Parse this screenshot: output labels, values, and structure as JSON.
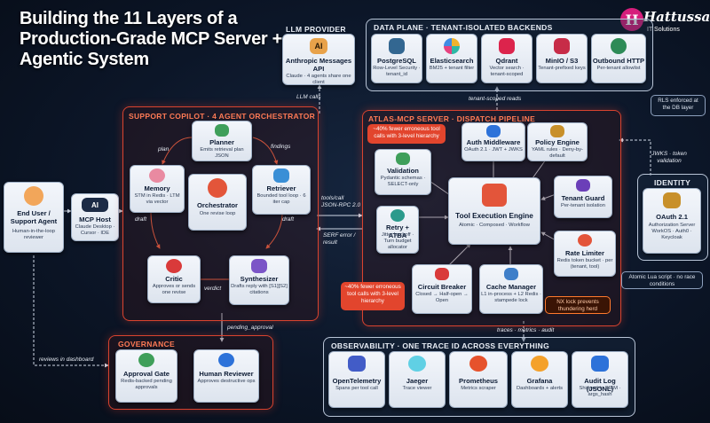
{
  "title": "Building the 11 Layers of a Production-Grade MCP Server + Agentic System",
  "brand": {
    "name": "Hattussa",
    "tagline": "IT Solutions"
  },
  "groups": {
    "llm_provider": "LLM PROVIDER",
    "data_plane": "DATA PLANE · TENANT-ISOLATED BACKENDS",
    "support": "SUPPORT COPILOT · 4 AGENT ORCHESTRATOR",
    "atlas": "ATLAS-MCP SERVER · DISPATCH PIPELINE",
    "identity": "IDENTITY",
    "governance": "GOVERNANCE",
    "observability": "OBSERVABILITY · ONE TRACE ID ACROSS EVERYTHING"
  },
  "cards": {
    "anthropic": {
      "icon": "AI",
      "title": "Anthropic Messages API",
      "sub": "Claude · 4 agents share one client"
    },
    "postgres": {
      "title": "PostgreSQL",
      "sub": "Row-Level Security · tenant_id"
    },
    "elastic": {
      "title": "Elasticsearch",
      "sub": "BM25 + tenant filter"
    },
    "qdrant": {
      "title": "Qdrant",
      "sub": "Vector search · tenant-scoped"
    },
    "minio": {
      "title": "MinIO / S3",
      "sub": "Tenant-prefixed keys"
    },
    "outbound": {
      "title": "Outbound HTTP",
      "sub": "Per-tenant allowlist"
    },
    "end_user": {
      "title": "End User / Support Agent",
      "sub": "Human-in-the-loop reviewer"
    },
    "mcp_host": {
      "icon": "AI",
      "title": "MCP Host",
      "sub": "Claude Desktop · Cursor · IDE"
    },
    "planner": {
      "title": "Planner",
      "sub": "Emits retrieval plan JSON"
    },
    "memory": {
      "title": "Memory",
      "sub": "STM in Redis · LTM via vector"
    },
    "orchestrator": {
      "title": "Orchestrator",
      "sub": "One revise loop"
    },
    "retriever": {
      "title": "Retriever",
      "sub": "Bounded tool loop · 6 iter cap"
    },
    "critic": {
      "title": "Critic",
      "sub": "Approves or sends one revise"
    },
    "synthesizer": {
      "title": "Synthesizer",
      "sub": "Drafts reply with [S1][S2] citations"
    },
    "auth": {
      "title": "Auth Middleware",
      "sub": "OAuth 2.1 · JWT + JWKS"
    },
    "policy": {
      "title": "Policy Engine",
      "sub": "YAML rules · Deny-by-default"
    },
    "validation": {
      "title": "Validation",
      "sub": "Pydantic schemas · SELECT-only"
    },
    "tool_engine": {
      "title": "Tool Execution Engine",
      "sub": "Atomic · Composed · Workflow"
    },
    "tenant_guard": {
      "title": "Tenant Guard",
      "sub": "Per-tenant isolation"
    },
    "retry": {
      "title": "Retry + ATBA",
      "sub": "Jitter backoff · Turn budget allocator"
    },
    "rate_limiter": {
      "title": "Rate Limiter",
      "sub": "Redis token bucket · per (tenant, tool)"
    },
    "circuit": {
      "title": "Circuit Breaker",
      "sub": "Closed → Half-open → Open"
    },
    "cache": {
      "title": "Cache Manager",
      "sub": "L1 in-process + L2 Redis · stampede lock"
    },
    "oauth": {
      "title": "OAuth 2.1",
      "sub": "Authorization Server WorkOS · Auth0 · Keycloak"
    },
    "approval": {
      "title": "Approval Gate",
      "sub": "Redis-backed pending approvals"
    },
    "human": {
      "title": "Human Reviewer",
      "sub": "Approves destructive ops"
    },
    "otel": {
      "title": "OpenTelemetry",
      "sub": "Spans per tool call"
    },
    "jaeger": {
      "title": "Jaeger",
      "sub": "Trace viewer"
    },
    "prometheus": {
      "title": "Prometheus",
      "sub": "Metrics scraper"
    },
    "grafana": {
      "title": "Grafana",
      "sub": "Dashboards + alerts"
    },
    "audit": {
      "title": "Audit Log (JSONL)",
      "sub": "Shipped to SIEM · args_hash"
    }
  },
  "labels": {
    "llm_calls": "LLM calls",
    "tenant_reads": "tenant-scoped reads",
    "plan": "plan",
    "findings": "findings",
    "draft1": "draft",
    "draft2": "draft",
    "verdict": "verdict",
    "tools_call": "tools/call JSON-RPC 2.0",
    "serf": "SERF error / result",
    "jwks": "JWKS · token validation",
    "pending": "pending_approval",
    "reviews": "reviews in dashboard",
    "traces": "traces · metrics · audit"
  },
  "notes": {
    "rls": "RLS enforced at the DB layer",
    "fewer1": "~40% fewer erroneous tool calls with 3-level hierarchy",
    "fewer2": "~40% fewer erroneous tool calls with 3-level hierarchy",
    "lua": "Atomic Lua script · no race conditions",
    "nx": "NX lock prevents thundering herd"
  },
  "colors": {
    "accent_red": "#e2452d",
    "accent_orange": "#ff7a2d",
    "panel": "#e8edf4"
  }
}
